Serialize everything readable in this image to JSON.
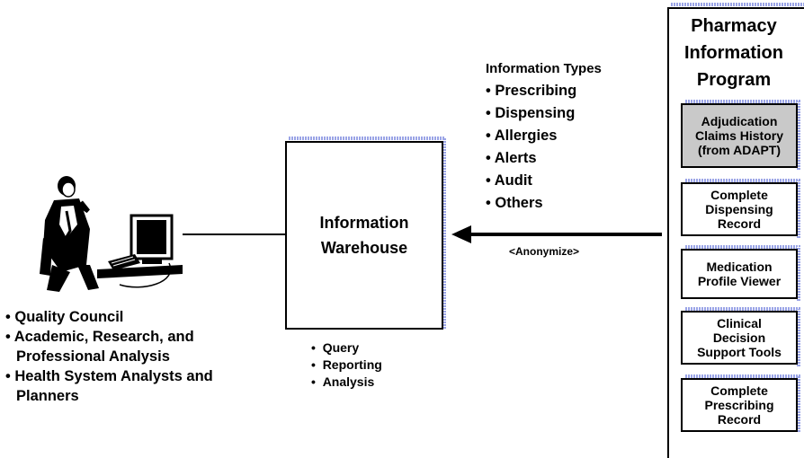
{
  "warehouse": {
    "line1": "Information",
    "line2": "Warehouse"
  },
  "warehouse_functions": [
    "Query",
    "Reporting",
    "Analysis"
  ],
  "users": [
    "Quality Council",
    "Academic, Research, and Professional Analysis",
    "Health System Analysts and Planners"
  ],
  "info_types": {
    "header": "Information Types",
    "items": [
      "Prescribing",
      "Dispensing",
      "Allergies",
      "Alerts",
      "Audit",
      "Others"
    ]
  },
  "arrow_label": "<Anonymize>",
  "program": {
    "title_lines": [
      "Pharmacy",
      "Information",
      "Program"
    ],
    "components": [
      {
        "lines": [
          "Adjudication",
          "Claims History",
          "(from ADAPT)"
        ],
        "fill": "#c9c9c9"
      },
      {
        "lines": [
          "Complete",
          "Dispensing",
          "Record"
        ],
        "fill": "#ffffff"
      },
      {
        "lines": [
          "Medication",
          "Profile Viewer"
        ],
        "fill": "#ffffff"
      },
      {
        "lines": [
          "Clinical",
          "Decision",
          "Support Tools"
        ],
        "fill": "#ffffff"
      },
      {
        "lines": [
          "Complete",
          "Prescribing",
          "Record"
        ],
        "fill": "#ffffff"
      }
    ]
  },
  "icons": {
    "user": "person-at-computer-icon"
  }
}
